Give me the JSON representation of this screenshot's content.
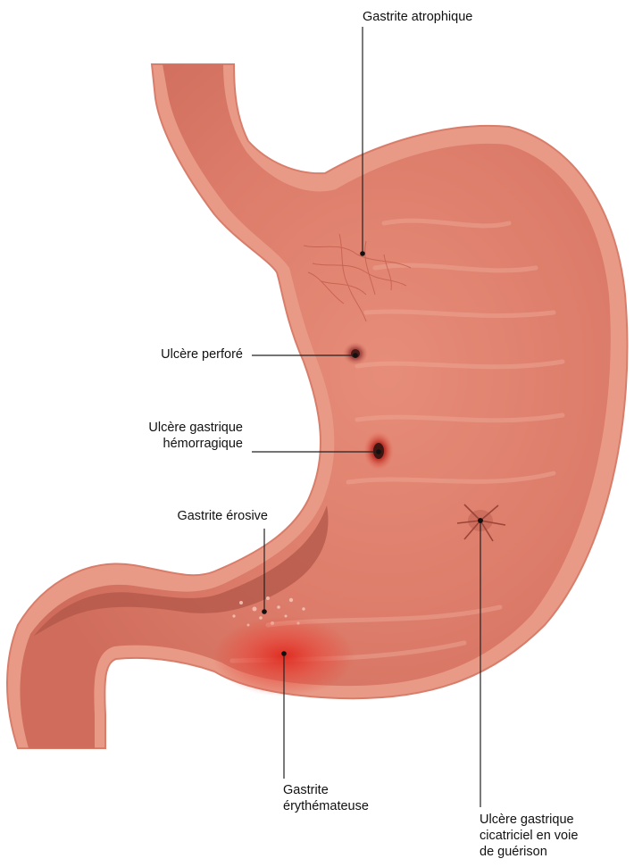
{
  "diagram": {
    "labels": {
      "gastrite_atrophique": [
        "Gastrite atrophique"
      ],
      "ulcere_perfore": [
        "Ulcère perforé"
      ],
      "ulcere_hemorragique": [
        "Ulcère gastrique",
        "hémorragique"
      ],
      "gastrite_erosive": [
        "Gastrite érosive"
      ],
      "gastrite_erythemateuse": [
        "Gastrite",
        "érythémateuse"
      ],
      "ulcere_cicatriciel": [
        "Ulcère gastrique",
        "cicatriciel en voie",
        "de guérison"
      ]
    },
    "colors": {
      "outer_wall": "#e58f7c",
      "mucosa": "#dc7b69",
      "mucosa_light": "#eda08e",
      "lumen_dark": "#a74b40",
      "inflammation": "#e0281e",
      "leader_line": "#222222"
    }
  }
}
